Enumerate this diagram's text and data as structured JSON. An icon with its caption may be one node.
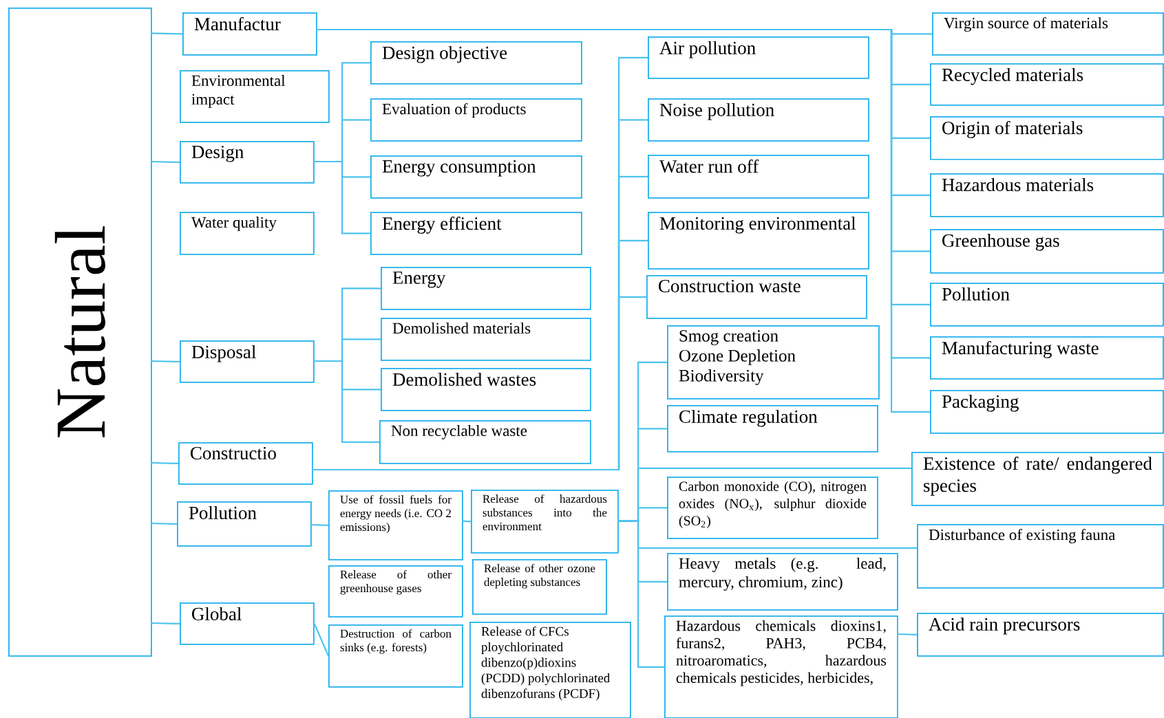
{
  "diagram": {
    "nodes": [
      {
        "text": [
          "Natural"
        ]
      },
      {
        "text": [
          "Manufactur"
        ]
      },
      {
        "text": [
          "Environmental impact"
        ]
      },
      {
        "text": [
          "Design"
        ]
      },
      {
        "text": [
          "Water quality"
        ]
      },
      {
        "text": [
          "Disposal"
        ]
      },
      {
        "text": [
          "Constructio"
        ]
      },
      {
        "text": [
          "Pollution"
        ]
      },
      {
        "text": [
          "Global"
        ]
      },
      {
        "text": [
          "Design objective"
        ]
      },
      {
        "text": [
          "Evaluation of products"
        ]
      },
      {
        "text": [
          "Energy consumption"
        ]
      },
      {
        "text": [
          "Energy efficient"
        ]
      },
      {
        "text": [
          "Energy"
        ]
      },
      {
        "text": [
          "Demolished materials"
        ]
      },
      {
        "text": [
          "Demolished wastes"
        ]
      },
      {
        "text": [
          "Non recyclable waste"
        ]
      },
      {
        "text": [
          "Use of fossil fuels for energy needs (i.e. CO 2 emissions)"
        ]
      },
      {
        "text": [
          "Release of other greenhouse gases"
        ]
      },
      {
        "text": [
          "Destruction of carbon sinks (e.g. forests)"
        ]
      },
      {
        "text": [
          "Release of hazardous substances into the environment"
        ]
      },
      {
        "text": [
          "Release of other ozone depleting substances"
        ]
      },
      {
        "text": [
          "Release of CFCs ploychlorinated dibenzo(p)dioxins (PCDD) polychlorinated dibenzofurans (PCDF)"
        ]
      },
      {
        "text": [
          "Air pollution"
        ]
      },
      {
        "text": [
          "Noise pollution"
        ]
      },
      {
        "text": [
          "Water run off"
        ]
      },
      {
        "text": [
          "Monitoring environmental"
        ]
      },
      {
        "text": [
          "Construction waste"
        ]
      },
      {
        "text": [
          "Smog creation",
          "Ozone Depletion",
          "Biodiversity"
        ]
      },
      {
        "text": [
          "Climate regulation"
        ]
      },
      {
        "text": [
          "Carbon monoxide (CO), nitrogen oxides (NO$_{x}$), sulphur dioxide (SO$_{2}$)"
        ]
      },
      {
        "text": [
          "Heavy metals (e.g. lead, mercury, chromium, zinc)"
        ]
      },
      {
        "text": [
          "Hazardous chemicals dioxins1, furans2, PAH3, PCB4, nitroaromatics, hazardous chemicals pesticides, herbicides,"
        ]
      },
      {
        "text": [
          "Virgin source of materials"
        ]
      },
      {
        "text": [
          "Recycled materials"
        ]
      },
      {
        "text": [
          "Origin of materials"
        ]
      },
      {
        "text": [
          "Hazardous materials"
        ]
      },
      {
        "text": [
          "Greenhouse gas"
        ]
      },
      {
        "text": [
          "Pollution"
        ]
      },
      {
        "text": [
          "Manufacturing waste"
        ]
      },
      {
        "text": [
          "Packaging"
        ]
      },
      {
        "text": [
          "Existence of rate/ endangered species"
        ]
      },
      {
        "text": [
          "Disturbance of existing fauna"
        ]
      },
      {
        "text": [
          "Acid rain precursors"
        ]
      }
    ],
    "edges": [
      {
        "from": 0,
        "to": 1,
        "arrow": "none"
      },
      {
        "from": 0,
        "to": 3,
        "arrow": "none"
      },
      {
        "from": 0,
        "to": 5,
        "arrow": "none"
      },
      {
        "from": 0,
        "to": 6,
        "arrow": "none"
      },
      {
        "from": 0,
        "to": 7,
        "arrow": "none"
      },
      {
        "from": 0,
        "to": 8,
        "arrow": "none"
      },
      {
        "from": 3,
        "to": 9,
        "arrow": "none"
      },
      {
        "from": 3,
        "to": 10,
        "arrow": "none"
      },
      {
        "from": 3,
        "to": 11,
        "arrow": "none"
      },
      {
        "from": 3,
        "to": 12,
        "arrow": "none"
      },
      {
        "from": 5,
        "to": 13,
        "arrow": "none"
      },
      {
        "from": 5,
        "to": 14,
        "arrow": "none"
      },
      {
        "from": 5,
        "to": 15,
        "arrow": "none"
      },
      {
        "from": 5,
        "to": 16,
        "arrow": "none"
      },
      {
        "from": 6,
        "to": 23,
        "arrow": "none"
      },
      {
        "from": 6,
        "to": 24,
        "arrow": "none"
      },
      {
        "from": 6,
        "to": 25,
        "arrow": "none"
      },
      {
        "from": 6,
        "to": 26,
        "arrow": "none"
      },
      {
        "from": 6,
        "to": 27,
        "arrow": "none"
      },
      {
        "from": 1,
        "to": 33,
        "arrow": "none"
      },
      {
        "from": 1,
        "to": 34,
        "arrow": "none"
      },
      {
        "from": 1,
        "to": 35,
        "arrow": "none"
      },
      {
        "from": 1,
        "to": 36,
        "arrow": "none"
      },
      {
        "from": 1,
        "to": 37,
        "arrow": "none"
      },
      {
        "from": 1,
        "to": 38,
        "arrow": "none"
      },
      {
        "from": 1,
        "to": 39,
        "arrow": "none"
      },
      {
        "from": 1,
        "to": 40,
        "arrow": "none"
      },
      {
        "from": 7,
        "to": 17,
        "arrow": "none"
      },
      {
        "from": 17,
        "to": 20,
        "arrow": "none"
      },
      {
        "from": 20,
        "to": 28,
        "arrow": "none"
      },
      {
        "from": 20,
        "to": 29,
        "arrow": "none"
      },
      {
        "from": 20,
        "to": 41,
        "arrow": "none"
      },
      {
        "from": 20,
        "to": 30,
        "arrow": "none"
      },
      {
        "from": 20,
        "to": 42,
        "arrow": "none"
      },
      {
        "from": 20,
        "to": 31,
        "arrow": "none"
      },
      {
        "from": 20,
        "to": 32,
        "arrow": "none"
      },
      {
        "from": 32,
        "to": 43,
        "arrow": "none"
      },
      {
        "from": 8,
        "to": 19,
        "arrow": "none"
      }
    ]
  }
}
